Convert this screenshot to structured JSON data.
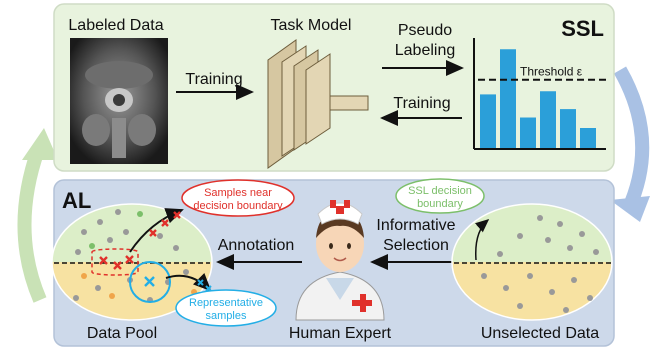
{
  "ssl": {
    "tag": "SSL",
    "labeled_data": "Labeled Data",
    "task_model": "Task Model",
    "training_forward": "Training",
    "pseudo_line1": "Pseudo",
    "pseudo_line2": "Labeling",
    "training_back": "Training",
    "threshold": "Threshold ε"
  },
  "al": {
    "tag": "AL",
    "samples_near_line1": "Samples near",
    "samples_near_line2": "decision boundary",
    "annotation": "Annotation",
    "informative_line1": "Informative",
    "informative_line2": "Selection",
    "ssl_boundary_line1": "SSL decision",
    "ssl_boundary_line2": "boundary",
    "representative_line1": "Representative",
    "representative_line2": "samples",
    "data_pool": "Data Pool",
    "human_expert": "Human Expert",
    "unselected_data": "Unselected Data"
  },
  "histogram": {
    "bar_heights": [
      0.52,
      0.95,
      0.3,
      0.55,
      0.38,
      0.2
    ],
    "threshold_level": 0.66
  },
  "colors": {
    "ssl_panel": "#e8f3de",
    "al_panel": "#cdd9ea",
    "bar": "#2b9fd9",
    "cycle_green": "#c9e2b6",
    "cycle_blue": "#a9c1e4",
    "pool_top": "#dceec8",
    "pool_bottom": "#f7e2a2",
    "red_cross": "#e0312b",
    "blue_cross": "#23aee6"
  }
}
